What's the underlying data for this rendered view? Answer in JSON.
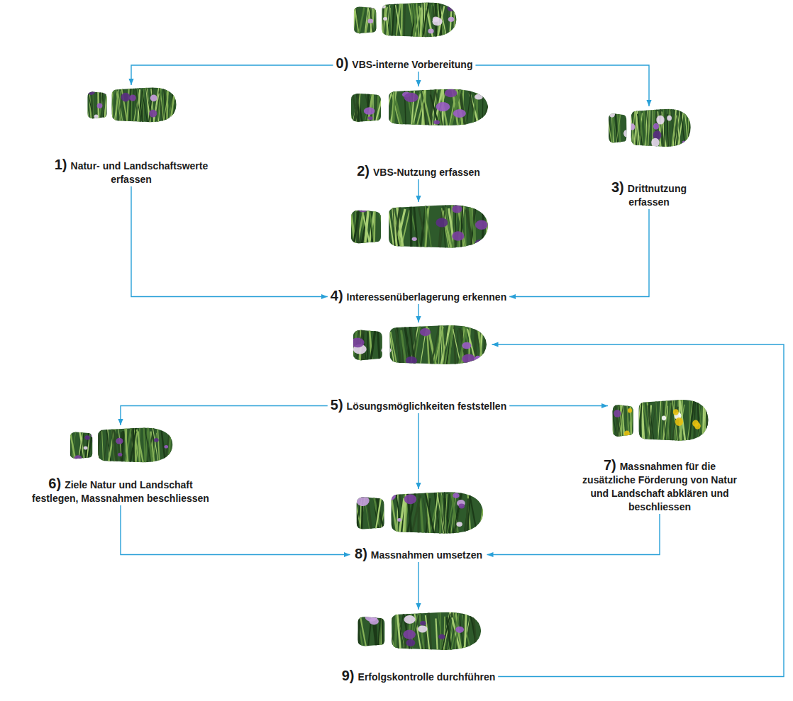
{
  "diagram": {
    "nodes": [
      {
        "text": [
          "0)",
          "VBS-interne Vorbereitung"
        ]
      },
      {
        "text": [
          "1)",
          "Natur- und Landschaftswerte erfassen"
        ]
      },
      {
        "text": [
          "2)",
          "VBS-Nutzung erfassen"
        ]
      },
      {
        "text": [
          "3)",
          "Drittnutzung erfassen"
        ]
      },
      {
        "text": [
          "4)",
          "Interessenüberlagerung erkennen"
        ]
      },
      {
        "text": [
          "5)",
          "Lösungsmöglichkeiten feststellen"
        ]
      },
      {
        "text": [
          "6)",
          "Ziele Natur und Landschaft festlegen, Massnahmen beschliessen"
        ]
      },
      {
        "text": [
          "7)",
          "Massnahmen für die zusätzliche Förderung von Natur und Landschaft abklären und beschliessen"
        ]
      },
      {
        "text": [
          "8)",
          "Massnahmen umsetzen"
        ]
      },
      {
        "text": [
          "9)",
          "Erfolgskontrolle durchführen"
        ]
      }
    ],
    "edges": [
      {
        "from": 0,
        "to": 1,
        "arrow": "to"
      },
      {
        "from": 0,
        "to": 2,
        "arrow": "to"
      },
      {
        "from": 0,
        "to": 3,
        "arrow": "to"
      },
      {
        "from": 1,
        "to": 4,
        "arrow": "to"
      },
      {
        "from": 2,
        "to": 4,
        "arrow": "to"
      },
      {
        "from": 3,
        "to": 4,
        "arrow": "to"
      },
      {
        "from": 4,
        "to": 5,
        "arrow": "to"
      },
      {
        "from": 5,
        "to": 6,
        "arrow": "to"
      },
      {
        "from": 5,
        "to": 7,
        "arrow": "to"
      },
      {
        "from": 5,
        "to": 8,
        "arrow": "to"
      },
      {
        "from": 6,
        "to": 8,
        "arrow": "to"
      },
      {
        "from": 7,
        "to": 8,
        "arrow": "to"
      },
      {
        "from": 8,
        "to": 9,
        "arrow": "to"
      },
      {
        "from": 9,
        "to": 5,
        "arrow": "to"
      }
    ]
  }
}
